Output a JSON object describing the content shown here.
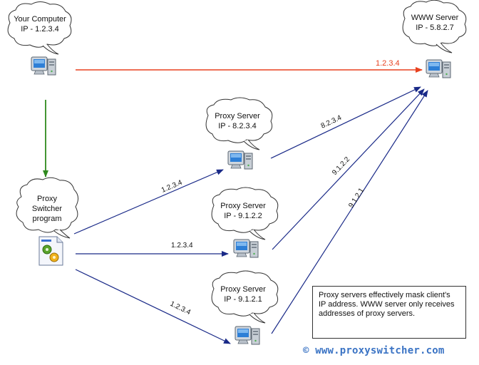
{
  "nodes": {
    "your_computer": {
      "line1": "Your Computer",
      "line2": "IP - 1.2.3.4"
    },
    "www_server": {
      "line1": "WWW Server",
      "line2": "IP - 5.8.2.7"
    },
    "proxy_switcher": {
      "line1": "Proxy",
      "line2": "Switcher",
      "line3": "program"
    },
    "proxy1": {
      "line1": "Proxy Server",
      "line2": "IP - 8.2.3.4"
    },
    "proxy2": {
      "line1": "Proxy Server",
      "line2": "IP - 9.1.2.2"
    },
    "proxy3": {
      "line1": "Proxy Server",
      "line2": "IP - 9.1.2.1"
    }
  },
  "edges": {
    "direct": "1.2.3.4",
    "to_proxy1": "1.2.3.4",
    "to_proxy2": "1.2.3.4",
    "to_proxy3": "1.2.3.4",
    "proxy1_to_www": "8.2.3.4",
    "proxy2_to_www": "9.1.2.2",
    "proxy3_to_www": "9.1.2.1"
  },
  "note": "Proxy servers effectively mask client's IP address. WWW server only receives addresses of proxy servers.",
  "watermark": "© www.proxyswitcher.com",
  "colors": {
    "direct_arrow": "#e8411f",
    "down_arrow": "#2f8a1e",
    "proxy_arrows": "#1a2a88",
    "watermark": "#3a73c4"
  }
}
